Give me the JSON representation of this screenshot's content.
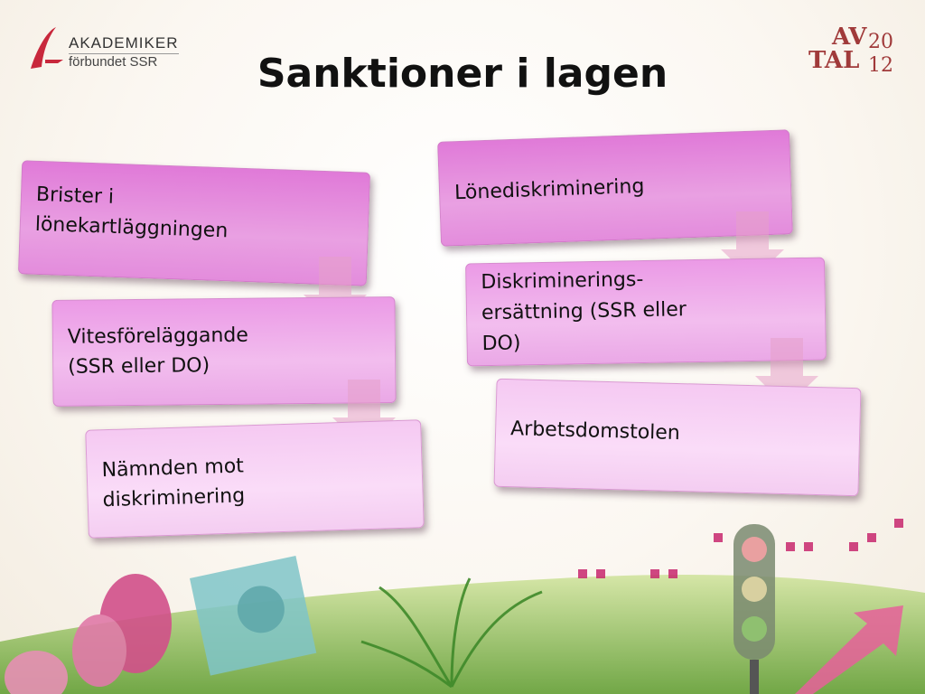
{
  "title": "Sanktioner i lagen",
  "logo_left": {
    "line1": "AKADEMIKER",
    "line2": "förbundet SSR"
  },
  "logo_right": {
    "av": "AV",
    "tal": "TAL",
    "year_top": "20",
    "year_bottom": "12"
  },
  "left_chain": [
    {
      "lines": [
        "Brister i",
        "lönekartläggningen"
      ]
    },
    {
      "lines": [
        "Vitesföreläggande",
        "(SSR eller DO)"
      ]
    },
    {
      "lines": [
        "Nämnden mot",
        "diskriminering"
      ]
    }
  ],
  "right_chain": [
    {
      "lines": [
        "Lönediskriminering"
      ]
    },
    {
      "lines": [
        "Diskriminerings-",
        "ersättning (SSR eller",
        "DO)"
      ]
    },
    {
      "lines": [
        "Arbetsdomstolen"
      ]
    }
  ],
  "colors": {
    "logo_left_red": "#c8283c",
    "logo_right": "#a03a3a",
    "box_dark": "#e07ad8",
    "box_mid": "#eb9ae6",
    "box_light": "#f5c9f2"
  }
}
